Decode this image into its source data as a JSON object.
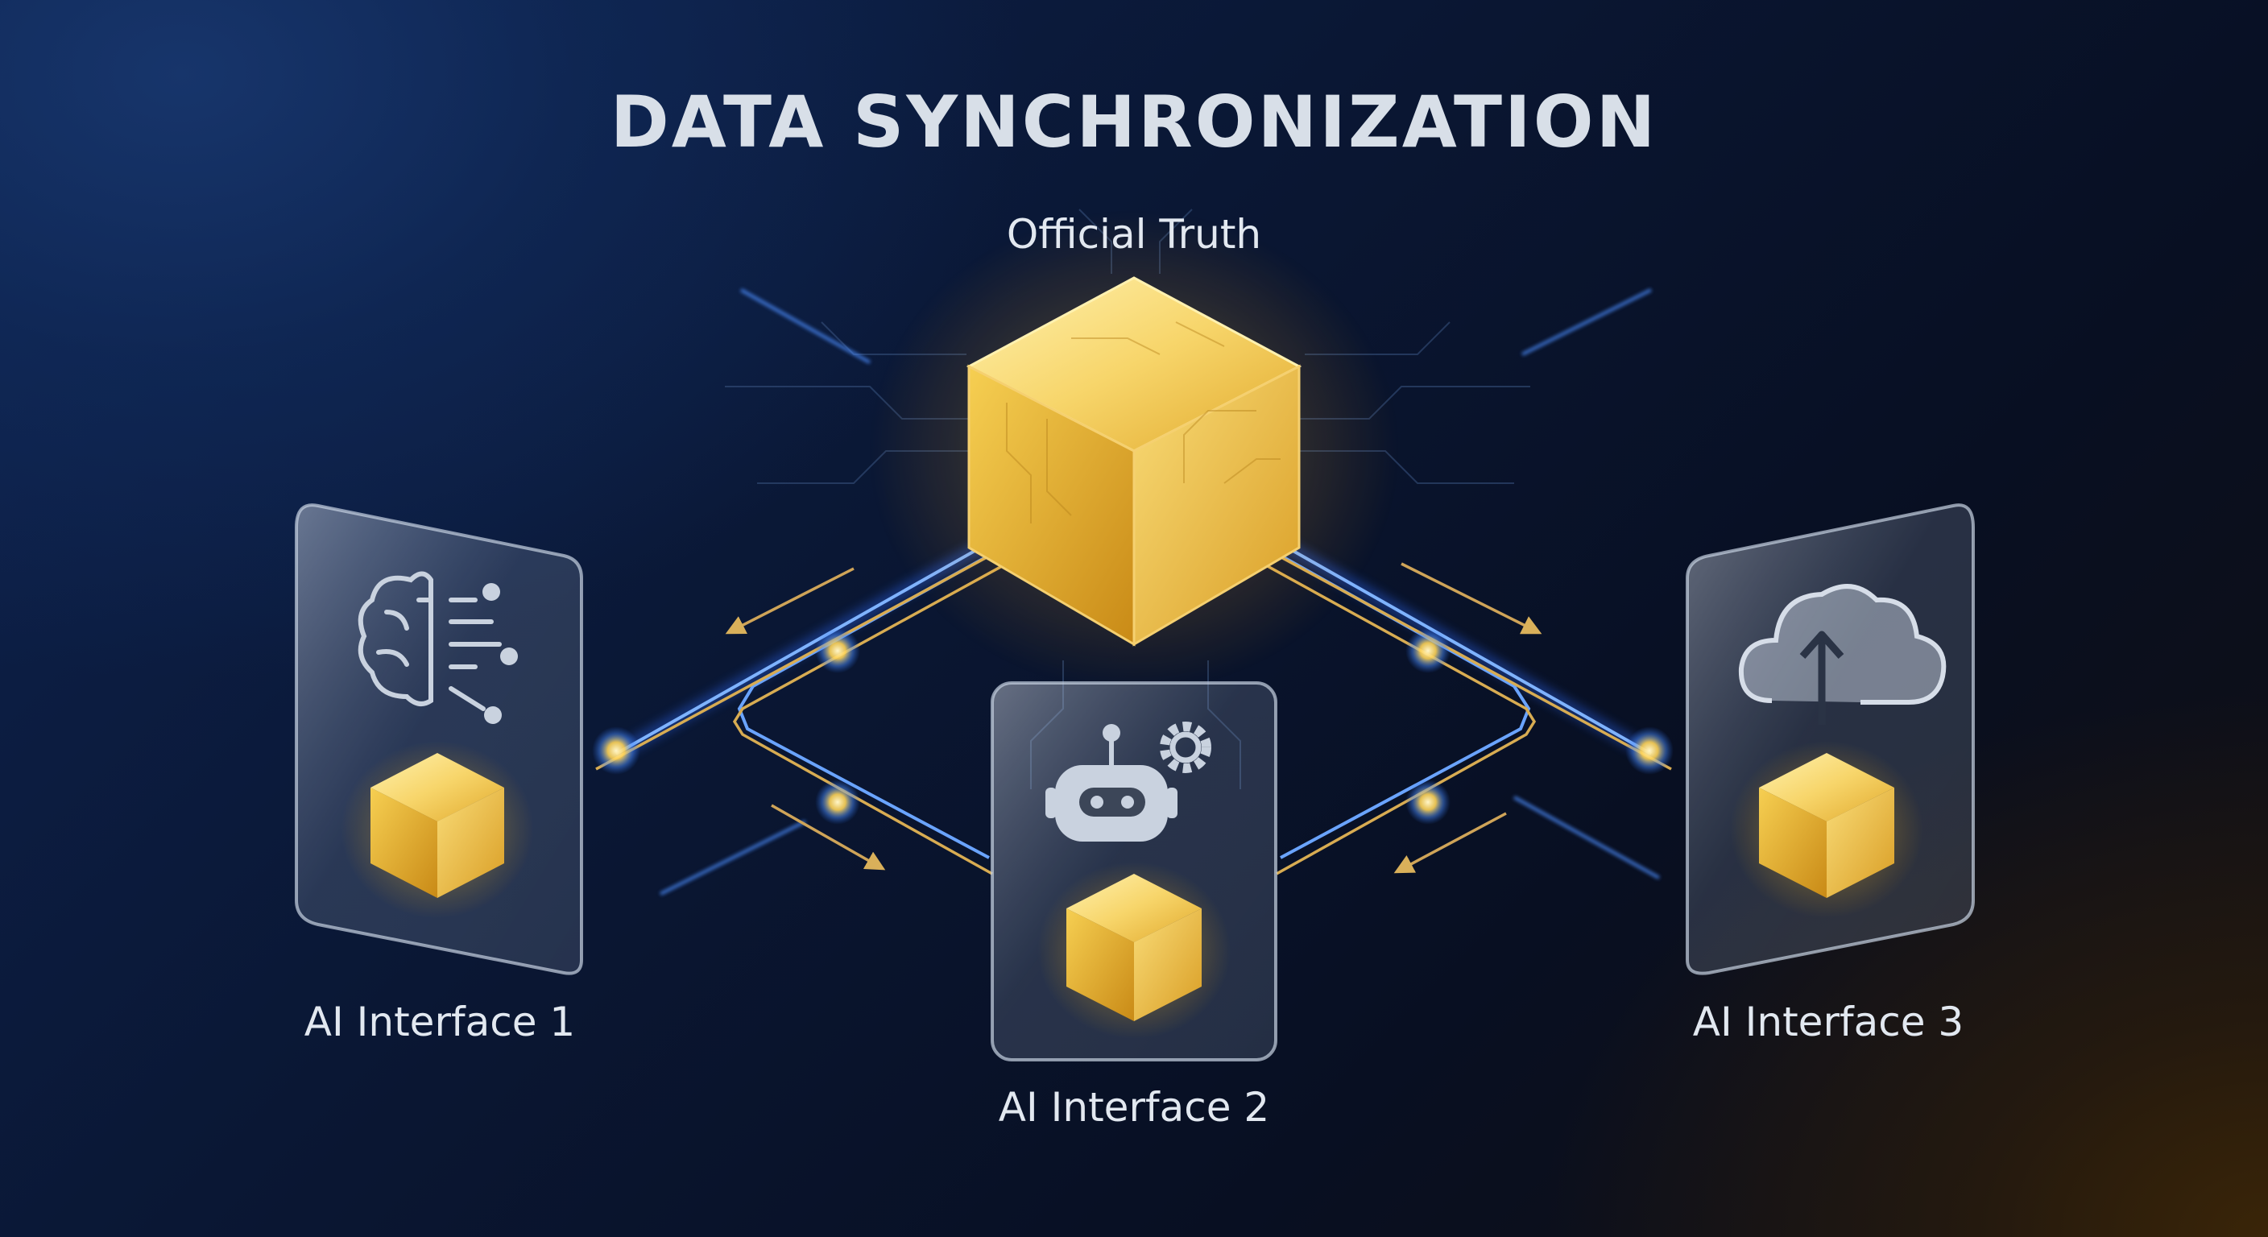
{
  "title": "DATA SYNCHRONIZATION",
  "nodes": {
    "truth": {
      "label": "Official Truth",
      "icon": "gold-cube-icon"
    },
    "ai1": {
      "label": "AI Interface 1",
      "icon": "brain-circuit-icon"
    },
    "ai2": {
      "label": "AI Interface 2",
      "icon": "robot-gear-icon"
    },
    "ai3": {
      "label": "AI Interface 3",
      "icon": "cloud-upload-icon"
    }
  },
  "colors": {
    "gold": "#f3c64a",
    "blue_link": "#5a9cff",
    "background": "#0a1734",
    "text": "#e2e8f0"
  }
}
